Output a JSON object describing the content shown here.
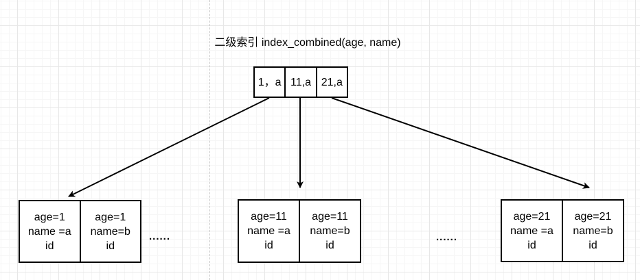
{
  "title": "二级索引 index_combined(age, name)",
  "root_node": {
    "cells": [
      "1，a",
      "11,a",
      "21,a"
    ]
  },
  "leaves": [
    {
      "cells": [
        {
          "lines": [
            "age=1",
            "name =a",
            "id"
          ]
        },
        {
          "lines": [
            "age=1",
            "name=b",
            "id"
          ]
        }
      ]
    },
    {
      "cells": [
        {
          "lines": [
            "age=11",
            "name =a",
            "id"
          ]
        },
        {
          "lines": [
            "age=11",
            "name=b",
            "id"
          ]
        }
      ]
    },
    {
      "cells": [
        {
          "lines": [
            "age=21",
            "name =a",
            "id"
          ]
        },
        {
          "lines": [
            "age=21",
            "name=b",
            "id"
          ]
        }
      ]
    }
  ],
  "ellipsis_left": "......",
  "ellipsis_right": "......",
  "colors": {
    "line": "#000000",
    "box_fill": "#ffffff",
    "grid_minor": "#f6f6f6",
    "grid_major": "#e7e7e7",
    "page_break": "#c8c8c8"
  }
}
